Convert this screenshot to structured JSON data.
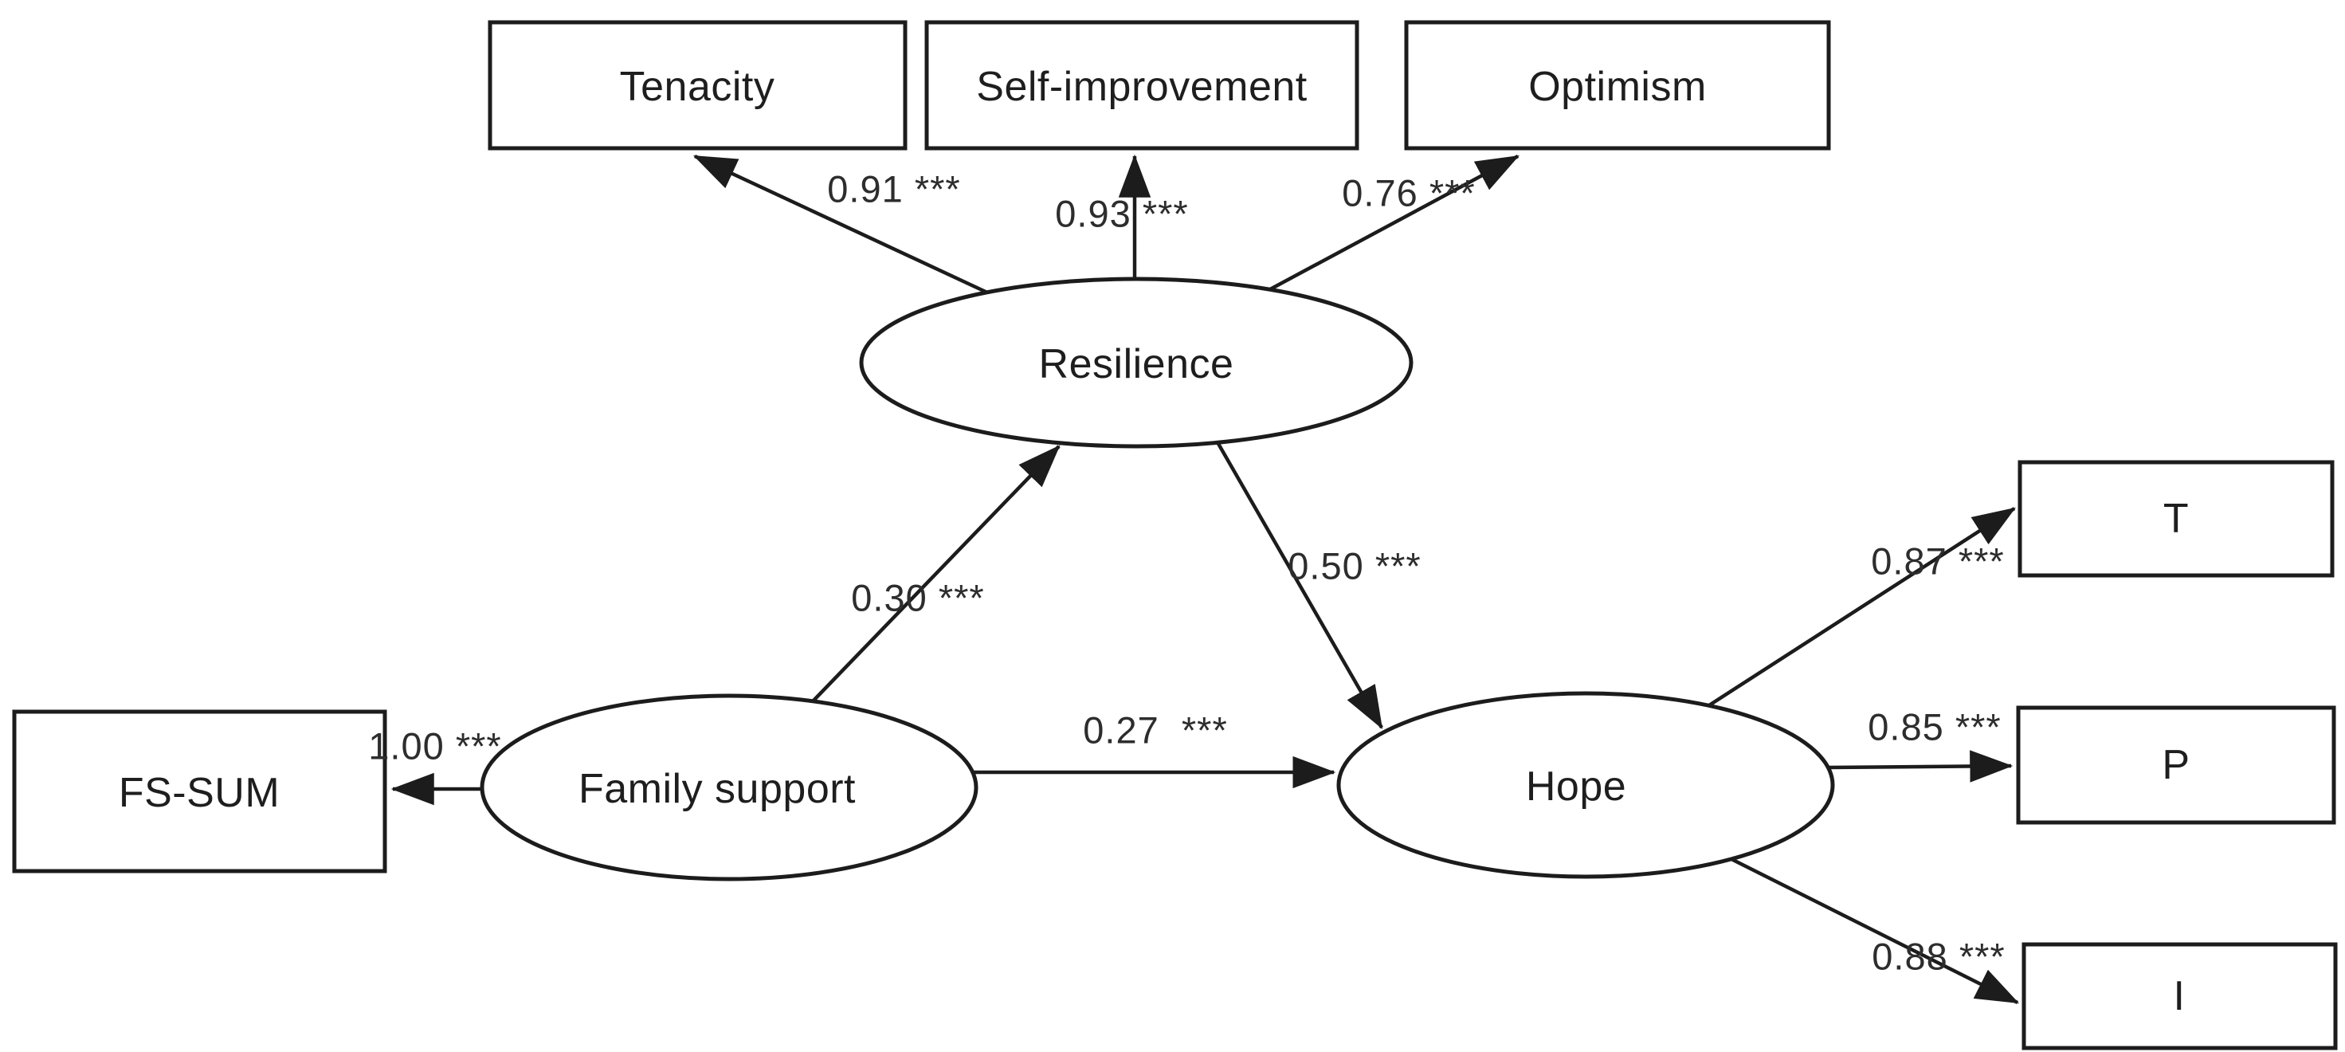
{
  "figure": {
    "type": "sem-path-diagram",
    "background_color": "#ffffff",
    "line_color": "#1c1c1c",
    "text_color": "#1e1e1e"
  },
  "diagram": {
    "nodes": {
      "fs_sum": {
        "label": "FS-SUM",
        "shape": "rect"
      },
      "family_support": {
        "label": "Family support",
        "shape": "ellipse"
      },
      "resilience": {
        "label": "Resilience",
        "shape": "ellipse"
      },
      "hope": {
        "label": "Hope",
        "shape": "ellipse"
      },
      "tenacity": {
        "label": "Tenacity",
        "shape": "rect"
      },
      "self_improvement": {
        "label": "Self-improvement",
        "shape": "rect"
      },
      "optimism": {
        "label": "Optimism",
        "shape": "rect"
      },
      "t": {
        "label": "T",
        "shape": "rect"
      },
      "p": {
        "label": "P",
        "shape": "rect"
      },
      "i": {
        "label": "I",
        "shape": "rect"
      }
    },
    "edges": {
      "res_tenacity": {
        "from": "resilience",
        "to": "tenacity",
        "coefficient": 0.91,
        "significance": "***",
        "label": "0.91 ***"
      },
      "res_selfimp": {
        "from": "resilience",
        "to": "self_improvement",
        "coefficient": 0.93,
        "significance": "***",
        "label": "0.93 ***"
      },
      "res_optimism": {
        "from": "resilience",
        "to": "optimism",
        "coefficient": 0.76,
        "significance": "***",
        "label": "0.76 ***"
      },
      "fam_res": {
        "from": "family_support",
        "to": "resilience",
        "coefficient": 0.3,
        "significance": "***",
        "label": "0.30 ***"
      },
      "res_hope": {
        "from": "resilience",
        "to": "hope",
        "coefficient": 0.5,
        "significance": "***",
        "label": "0.50 ***"
      },
      "fam_fssum": {
        "from": "family_support",
        "to": "fs_sum",
        "coefficient": 1.0,
        "significance": "***",
        "label": "1.00 ***"
      },
      "fam_hope": {
        "from": "family_support",
        "to": "hope",
        "coefficient": 0.27,
        "significance": "***",
        "label": "0.27  ***"
      },
      "hope_t": {
        "from": "hope",
        "to": "t",
        "coefficient": 0.87,
        "significance": "***",
        "label": "0.87 ***"
      },
      "hope_p": {
        "from": "hope",
        "to": "p",
        "coefficient": 0.85,
        "significance": "***",
        "label": "0.85 ***"
      },
      "hope_i": {
        "from": "hope",
        "to": "i",
        "coefficient": 0.88,
        "significance": "***",
        "label": "0.88 ***"
      }
    }
  }
}
